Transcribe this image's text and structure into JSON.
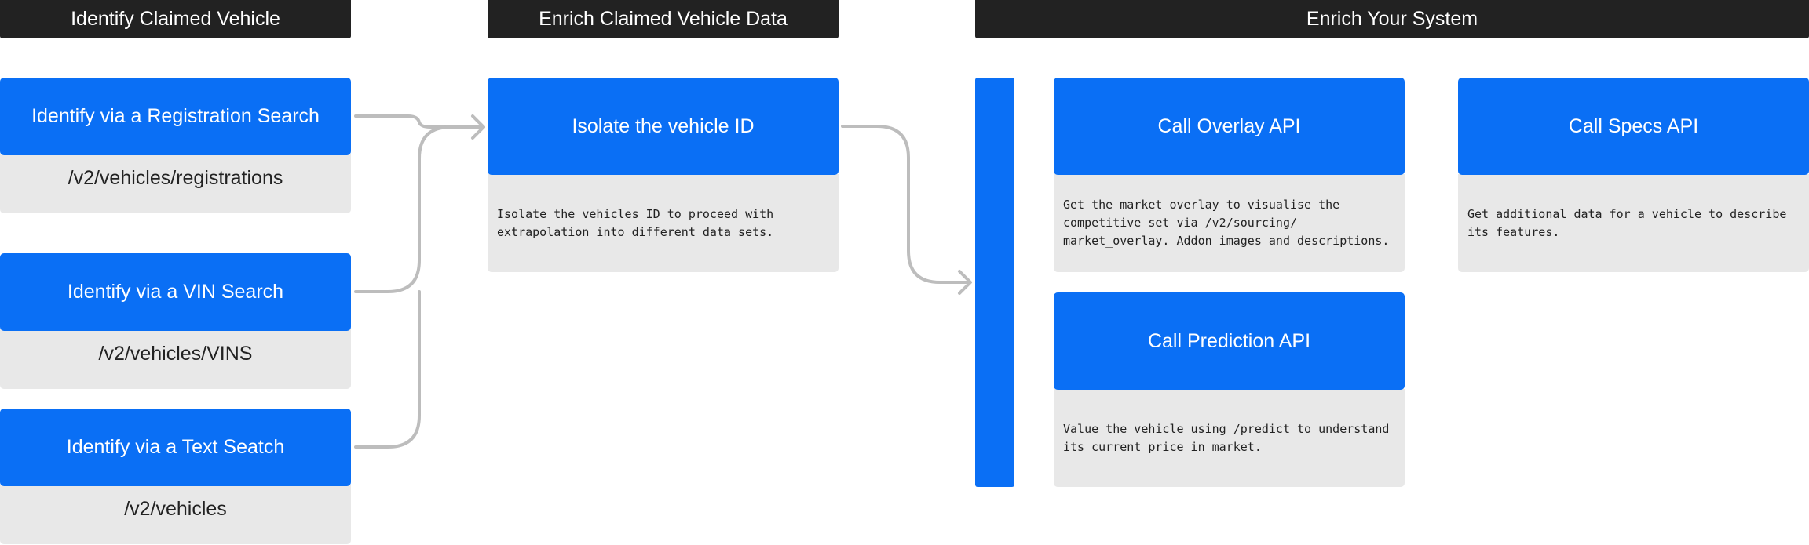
{
  "headers": {
    "identify": "Identify Claimed Vehicle",
    "enrich_claimed": "Enrich Claimed Vehicle Data",
    "enrich_system": "Enrich Your System"
  },
  "identify": {
    "registration": {
      "label": "Identify via a Registration Search",
      "endpoint": "/v2/vehicles/registrations"
    },
    "vin": {
      "label": "Identify via a VIN Search",
      "endpoint": "/v2/vehicles/VINS"
    },
    "text": {
      "label": "Identify via a Text Seatch",
      "endpoint": "/v2/vehicles"
    }
  },
  "isolate": {
    "label": "Isolate the vehicle ID",
    "description": "Isolate the vehicles ID to proceed with extrapolation into different data sets."
  },
  "apis": {
    "overlay": {
      "label": "Call Overlay API",
      "description": "Get the market overlay to visualise the competitive set via /v2/sourcing/ market_overlay. Addon images and descriptions."
    },
    "specs": {
      "label": "Call Specs API",
      "description": "Get additional data for a vehicle to describe its features."
    },
    "prediction": {
      "label": "Call Prediction API",
      "description": "Value the vehicle using /predict to understand its current price in market."
    }
  },
  "colors": {
    "header_bg": "#222222",
    "node_blue": "#0a6ff5",
    "panel_grey": "#e8e8e8",
    "connector": "#bdbdbd"
  }
}
